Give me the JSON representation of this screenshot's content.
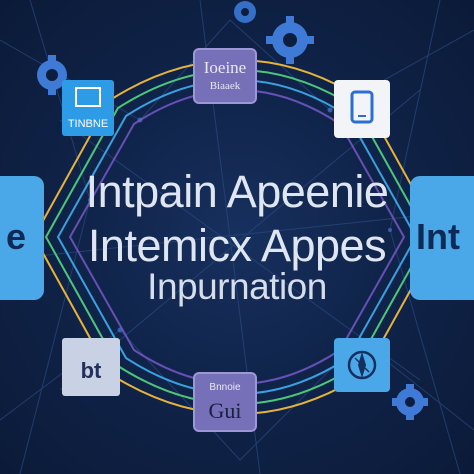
{
  "headline": {
    "line1": "Intpain Apeenie",
    "line2": "Intemicx Appes",
    "line3": "Inpurnation"
  },
  "tiles": {
    "top": {
      "line1": "Ioeine",
      "line2": "Biaaek"
    },
    "bottom": {
      "line1": "Bnnoie",
      "line2": "Gui"
    },
    "bottom_left": {
      "label": "bt"
    },
    "left_side": {
      "label": "e"
    },
    "right_side": {
      "label": "Int"
    },
    "top_left": {
      "label": "TINBNE"
    }
  },
  "icons": [
    "monitor-icon",
    "tablet-icon",
    "compass-icon",
    "gear-icon"
  ],
  "colors": {
    "background": "#10244a",
    "tile_blue": "#2e9be6",
    "tile_purple": "#6f6ab5",
    "side_panel": "#4ba8e8",
    "ring_green": "#4cc77a",
    "ring_yellow": "#e6b43a",
    "ring_blue": "#3aa0e0",
    "ring_purple": "#7a5bd0"
  }
}
